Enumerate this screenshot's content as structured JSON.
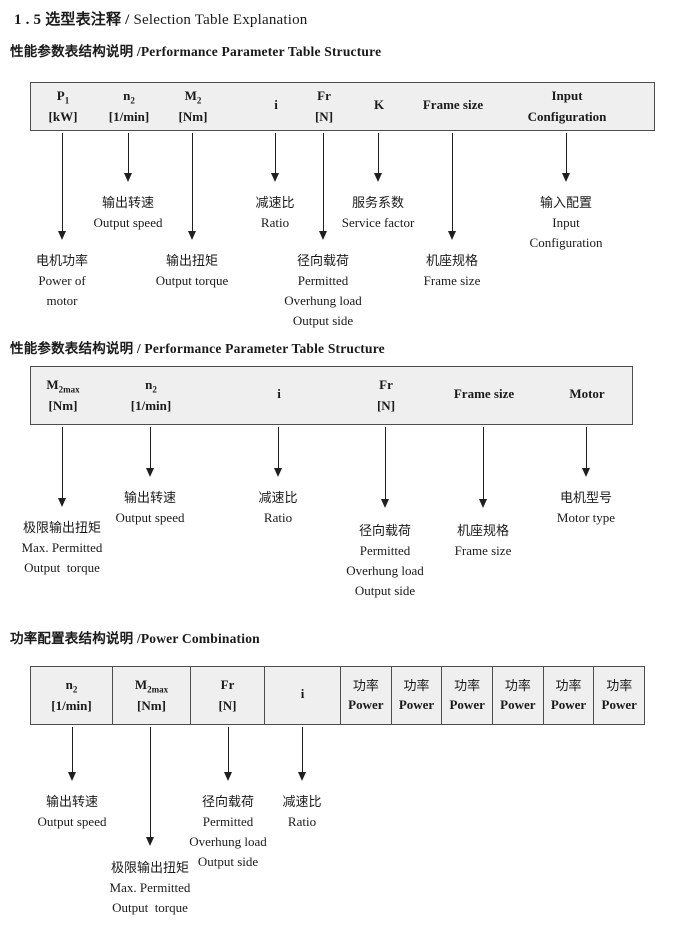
{
  "title": {
    "zh": "1 . 5 选型表注释 /",
    "en": "Selection Table Explanation"
  },
  "colors": {
    "table_bg": "#efefef",
    "border": "#4d4d4d",
    "ink": "#1a1a1a"
  },
  "s1": {
    "heading": "性能参数表结构说明 /Performance Parameter Table Structure",
    "cols": {
      "p1": {
        "sym": "P",
        "sub": "1",
        "unit": "[kW]"
      },
      "n2": {
        "sym": "n",
        "sub": "2",
        "unit": "[1/min]"
      },
      "m2": {
        "sym": "M",
        "sub": "2",
        "unit": "[Nm]"
      },
      "i": {
        "sym": "i",
        "sub": "",
        "unit": ""
      },
      "fr": {
        "sym": "Fr",
        "sub": "",
        "unit": "[N]"
      },
      "k": {
        "sym": "K",
        "sub": "",
        "unit": ""
      },
      "frame": {
        "sym": "Frame size",
        "sub": "",
        "unit": ""
      },
      "input": {
        "sym": "Input",
        "sub": "",
        "unit": "Configuration"
      }
    },
    "labels": {
      "p1": "电机功率\nPower of\nmotor",
      "n2": "输出转速\nOutput speed",
      "m2": "输出扭矩\nOutput torque",
      "i": "减速比\nRatio",
      "fr": "径向载荷\nPermitted\nOverhung load\nOutput side",
      "k": "服务系数\nService factor",
      "frame": "机座规格\nFrame size",
      "input": "输入配置\nInput\nConfiguration"
    }
  },
  "s2": {
    "heading": "性能参数表结构说明 / Performance Parameter Table Structure",
    "cols": {
      "m2max": {
        "sym": "M",
        "sub": "2max",
        "unit": "[Nm]"
      },
      "n2": {
        "sym": "n",
        "sub": "2",
        "unit": "[1/min]"
      },
      "i": {
        "sym": "i",
        "sub": "",
        "unit": ""
      },
      "fr": {
        "sym": "Fr",
        "sub": "",
        "unit": "[N]"
      },
      "frame": {
        "sym": "Frame size",
        "sub": "",
        "unit": ""
      },
      "motor": {
        "sym": "Motor",
        "sub": "",
        "unit": ""
      }
    },
    "labels": {
      "m2max": "极限输出扭矩\nMax. Permitted\nOutput  torque",
      "n2": "输出转速\nOutput speed",
      "i": "减速比\nRatio",
      "fr": "径向载荷\nPermitted\nOverhung load\nOutput side",
      "frame": "机座规格\nFrame size",
      "motor": "电机型号\nMotor type"
    }
  },
  "s3": {
    "heading": "功率配置表结构说明 /Power Combination",
    "cols": {
      "n2": {
        "sym": "n",
        "sub": "2",
        "unit": "[1/min]"
      },
      "m2max": {
        "sym": "M",
        "sub": "2max",
        "unit": "[Nm]"
      },
      "fr": {
        "sym": "Fr",
        "sub": "",
        "unit": "[N]"
      },
      "i": {
        "sym": "i",
        "sub": "",
        "unit": ""
      }
    },
    "powers": [
      {
        "sym": "功率",
        "unit": "Power"
      },
      {
        "sym": "功率",
        "unit": "Power"
      },
      {
        "sym": "功率",
        "unit": "Power"
      },
      {
        "sym": "功率",
        "unit": "Power"
      },
      {
        "sym": "功率",
        "unit": "Power"
      },
      {
        "sym": "功率",
        "unit": "Power"
      }
    ],
    "labels": {
      "n2": "输出转速\nOutput speed",
      "m2max": "极限输出扭矩\nMax. Permitted\nOutput  torque",
      "fr": "径向载荷\nPermitted\nOverhung load\nOutput side",
      "i": "减速比\nRatio"
    }
  }
}
